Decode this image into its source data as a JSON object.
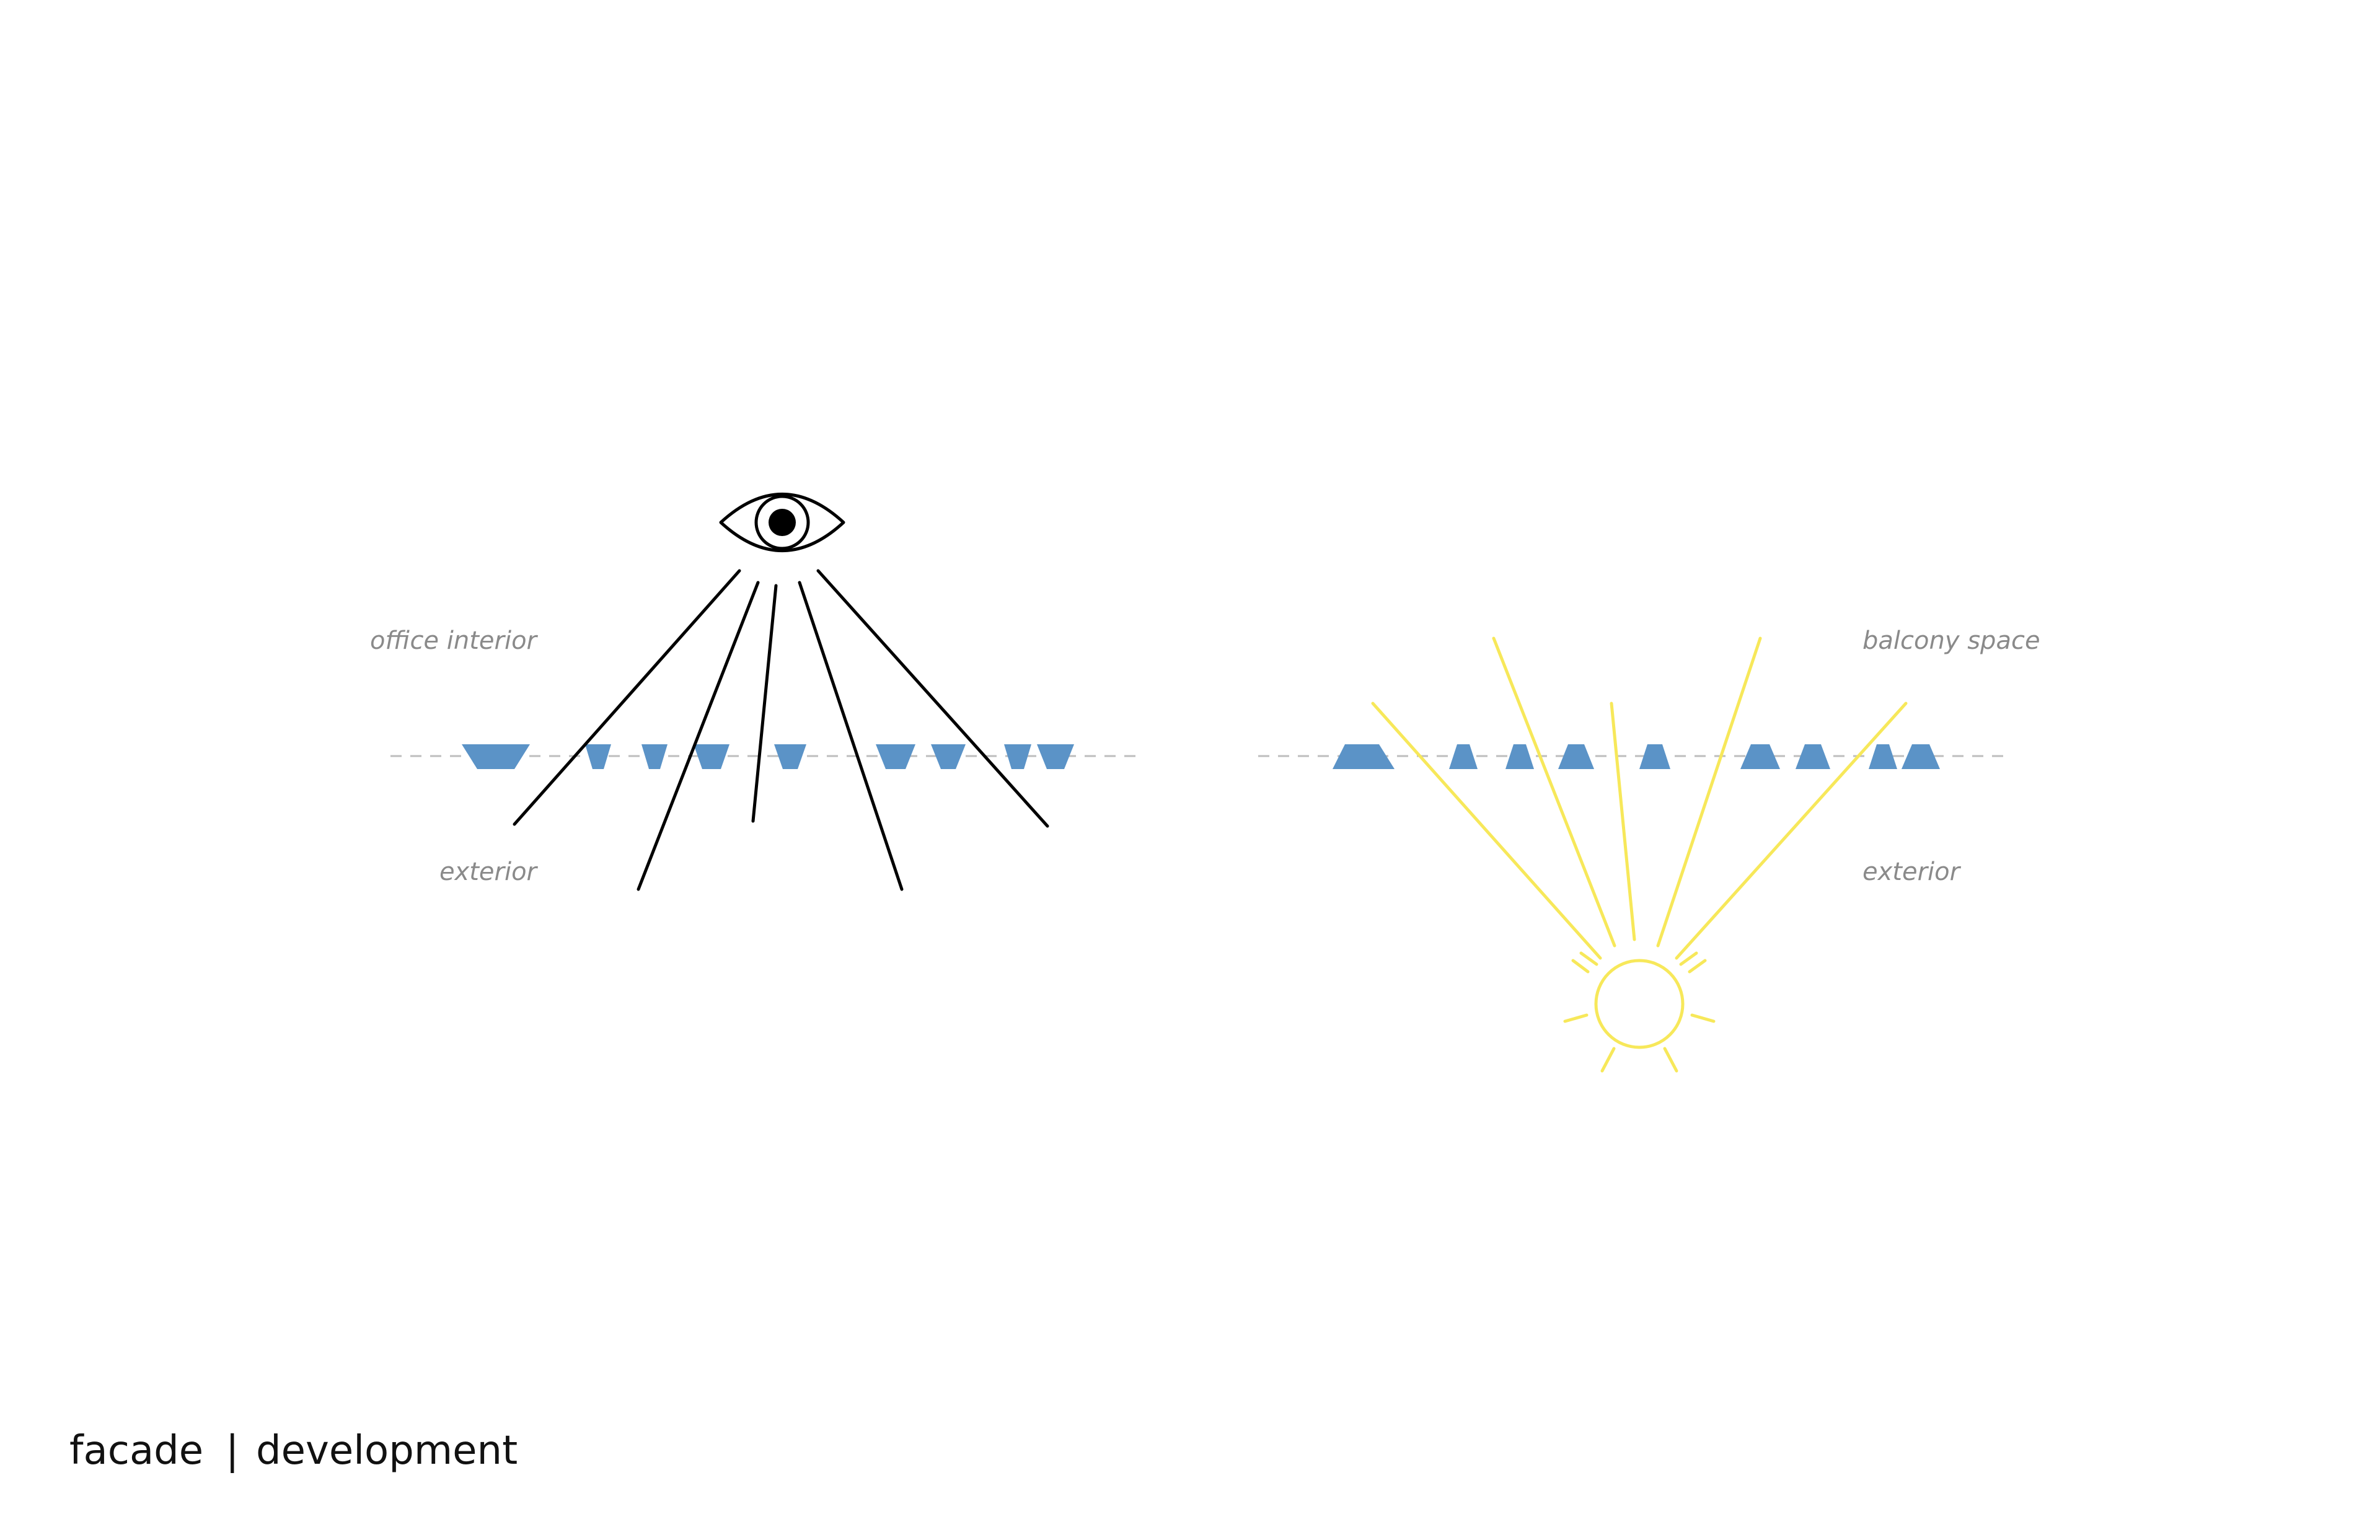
{
  "labels": {
    "office_interior": "office interior",
    "exterior_left": "exterior",
    "balcony_space": "balcony space",
    "exterior_right": "exterior"
  },
  "footer": {
    "left": "facade",
    "separator": "|",
    "right": "development"
  },
  "icons": {
    "eye": "eye-icon",
    "sun": "sun-icon"
  },
  "colors": {
    "fin": "#5b93c7",
    "sun": "#f7e85a",
    "sight_line": "#000000",
    "guide": "#bdbdbd",
    "label": "#8a8a8a"
  }
}
